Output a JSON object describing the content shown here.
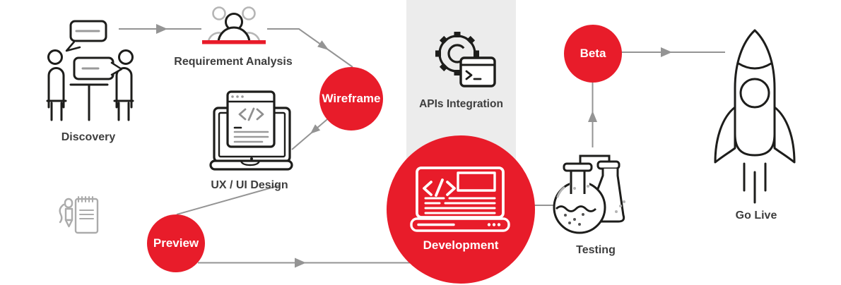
{
  "colors": {
    "accent_red": "#e81c2a",
    "band_gray": "#ececec",
    "line_gray": "#949494",
    "stroke_dark": "#1d1d1b",
    "stroke_gray": "#b5b5b5",
    "label_text": "#3e3e3e"
  },
  "steps": {
    "discovery": {
      "label": "Discovery",
      "icon": "people-meeting-icon"
    },
    "requirement_analysis": {
      "label": "Requirement Analysis",
      "icon": "team-icon"
    },
    "wireframe": {
      "label": "Wireframe",
      "shape": "red-circle"
    },
    "ux_ui_design": {
      "label": "UX / UI Design",
      "icon": "laptop-code-icon"
    },
    "preview": {
      "label": "Preview",
      "shape": "red-circle"
    },
    "development": {
      "label": "Development",
      "shape": "red-circle",
      "icon": "laptop-code-icon"
    },
    "apis_integration": {
      "label": "APIs Integration",
      "icon": "gear-terminal-icon"
    },
    "testing": {
      "label": "Testing",
      "icon": "lab-flasks-icon"
    },
    "beta": {
      "label": "Beta",
      "shape": "red-circle"
    },
    "go_live": {
      "label": "Go Live",
      "icon": "rocket-icon"
    }
  },
  "connections": [
    {
      "from": "Discovery",
      "to": "Requirement Analysis",
      "arrow": true
    },
    {
      "from": "Requirement Analysis",
      "to": "Wireframe",
      "arrow": true
    },
    {
      "from": "Wireframe",
      "to": "UX / UI Design",
      "arrow": true
    },
    {
      "from": "UX / UI Design",
      "to": "Preview",
      "arrow": false
    },
    {
      "from": "Preview",
      "to": "Development",
      "arrow": true
    },
    {
      "from": "Development",
      "to": "Testing",
      "arrow": false
    },
    {
      "from": "Testing",
      "to": "Beta",
      "arrow": true
    },
    {
      "from": "Beta",
      "to": "Go Live",
      "arrow": true
    }
  ]
}
